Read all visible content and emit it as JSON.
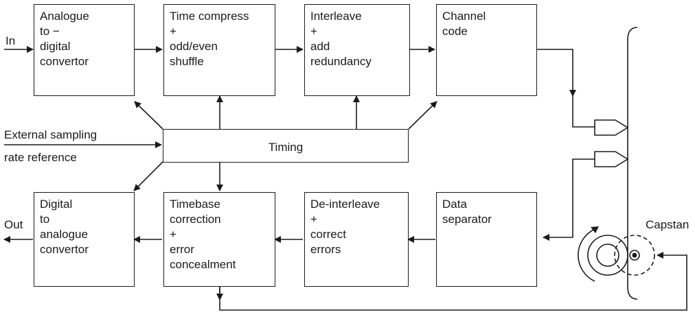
{
  "blocks": {
    "adc": "Analogue\nto −\ndigital\nconvertor",
    "time_compress": "Time compress\n+\nodd/even\nshuffle",
    "interleave": "Interleave\n+\nadd\nredundancy",
    "channel_code": "Channel\ncode",
    "timing": "Timing",
    "dac": "Digital\nto\nanalogue\nconvertor",
    "timebase": "Timebase\ncorrection\n+\nerror\nconcealment",
    "deinterleave": "De-interleave\n+\ncorrect\nerrors",
    "data_separator": "Data\nseparator"
  },
  "labels": {
    "in": "In",
    "out": "Out",
    "ext_line1": "External sampling",
    "ext_line2": "rate reference",
    "capstan": "Capstan"
  }
}
